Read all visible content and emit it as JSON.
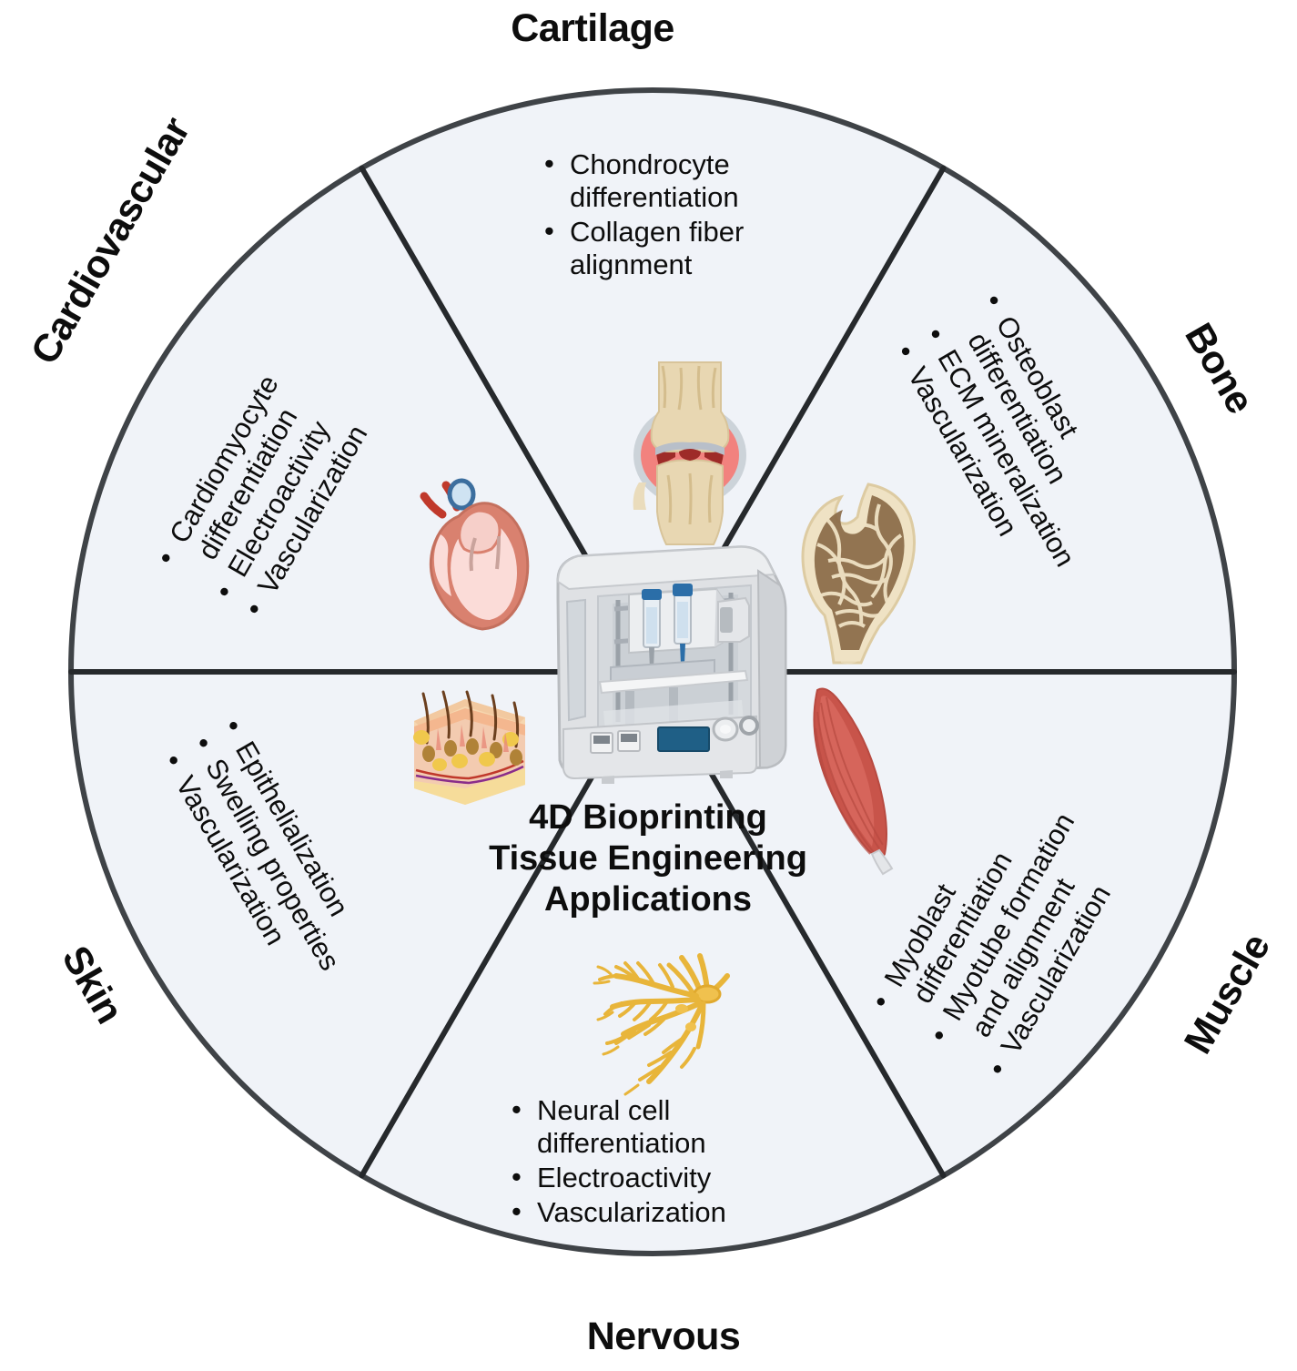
{
  "figure": {
    "center_title": "4D Bioprinting\nTissue Engineering\nApplications",
    "background_color": "#ffffff",
    "wheel_fill": "#f0f3f8",
    "wheel_stroke": "#3f4347"
  },
  "sectors": [
    {
      "key": "cartilage",
      "label": "Cartilage",
      "icon": "knee-joint-icon",
      "items": [
        "Chondrocyte\ndifferentiation",
        "Collagen fiber\nalignment"
      ]
    },
    {
      "key": "bone",
      "label": "Bone",
      "icon": "femur-bone-icon",
      "items": [
        "Osteoblast\ndifferentiation",
        "ECM mineralization",
        "Vascularization"
      ]
    },
    {
      "key": "muscle",
      "label": "Muscle",
      "icon": "skeletal-muscle-icon",
      "items": [
        "Myoblast\ndifferentiation",
        "Myotube formation\nand alignment",
        "Vascularization"
      ]
    },
    {
      "key": "nervous",
      "label": "Nervous",
      "icon": "nerve-plexus-icon",
      "items": [
        "Neural cell\ndifferentiation",
        "Electroactivity",
        "Vascularization"
      ]
    },
    {
      "key": "skin",
      "label": "Skin",
      "icon": "skin-cross-section-icon",
      "items": [
        "Epithelialization",
        "Swelling properties",
        "Vascularization"
      ]
    },
    {
      "key": "cardiovascular",
      "label": "Cardiovascular",
      "icon": "heart-icon",
      "items": [
        "Cardiomyocyte\ndifferentiation",
        "Electroactivity",
        "Vascularization"
      ]
    }
  ],
  "center_illustration": {
    "icon": "3d-bioprinter-icon",
    "body_color": "#dfe1e4",
    "screen_color": "#1f5f86",
    "nozzle_color": "#2b6ea8"
  }
}
